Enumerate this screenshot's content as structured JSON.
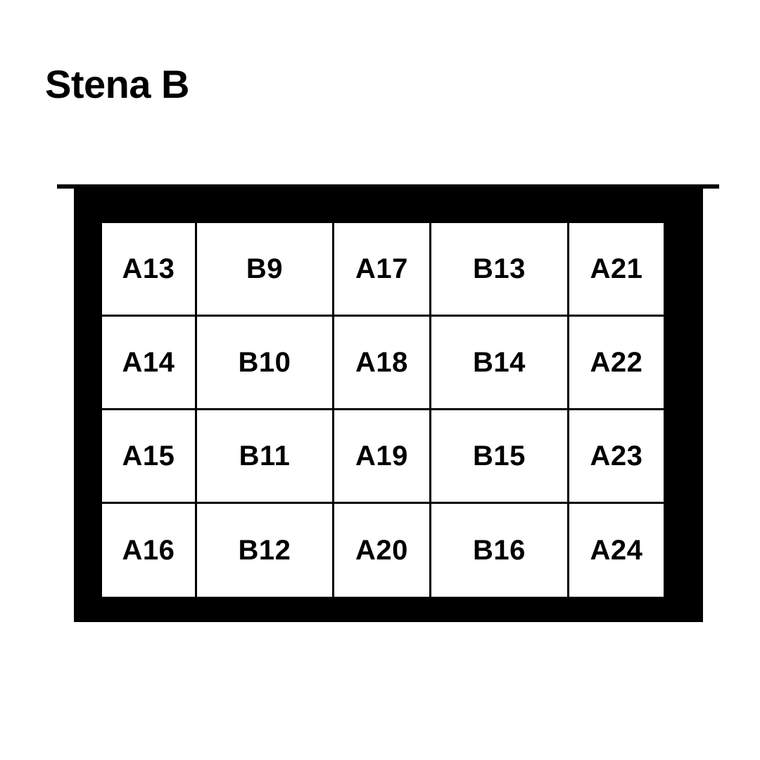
{
  "page": {
    "title": "Stena B",
    "background_color": "#ffffff",
    "frame_color": "#000000",
    "cell_color": "#ffffff",
    "text_color": "#000000"
  },
  "diagram": {
    "name": "wall-panel-layout",
    "columns": 5,
    "rows": 4,
    "cells": [
      [
        "A13",
        "B9",
        "A17",
        "B13",
        "A21"
      ],
      [
        "A14",
        "B10",
        "A18",
        "B14",
        "A22"
      ],
      [
        "A15",
        "B11",
        "A19",
        "B15",
        "A23"
      ],
      [
        "A16",
        "B12",
        "A20",
        "B16",
        "A24"
      ]
    ]
  }
}
